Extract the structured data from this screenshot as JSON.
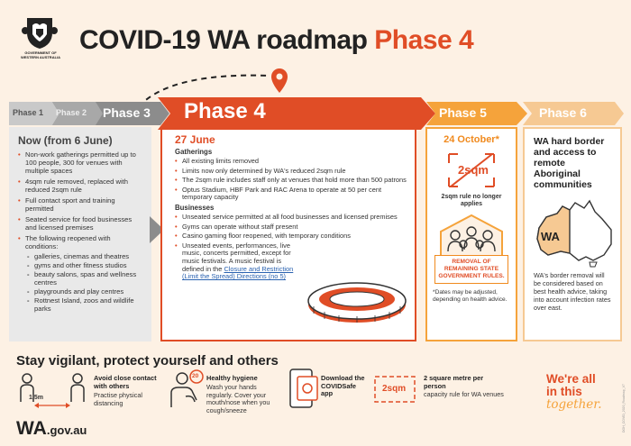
{
  "header": {
    "crest_text": "GOVERNMENT OF WESTERN AUSTRALIA",
    "title_main": "COVID-19 WA roadmap",
    "title_phase": "Phase 4"
  },
  "phases": {
    "p1": "Phase 1",
    "p2": "Phase 2",
    "p3": "Phase 3",
    "p4": "Phase 4",
    "p5": "Phase 5",
    "p6": "Phase 6"
  },
  "now": {
    "heading": "Now (from 6 June)",
    "items": [
      "Non-work gatherings permitted up to 100 people, 300 for venues with multiple spaces",
      "4sqm rule removed, replaced with reduced 2sqm rule",
      "Full contact sport and training permitted",
      "Seated service for food businesses and licensed premises",
      "The following reopened with conditions:"
    ],
    "sub_items": [
      "galleries, cinemas and theatres",
      "gyms and other fitness studios",
      "beauty salons, spas and wellness centres",
      "playgrounds and play centres",
      "Rottnest Island, zoos and wildlife parks"
    ]
  },
  "phase4": {
    "date": "27 June",
    "gatherings_heading": "Gatherings",
    "gatherings": [
      "All existing limits removed",
      "Limits now only determined by WA's reduced 2sqm rule",
      "The 2sqm rule includes staff only at venues that hold more than 500 patrons",
      "Optus Stadium, HBF Park and RAC Arena to operate at 50 per cent temporary capacity"
    ],
    "businesses_heading": "Businesses",
    "businesses": [
      "Unseated service permitted at all food businesses and licensed premises",
      "Gyms can operate without staff present",
      "Casino gaming floor reopened, with temporary conditions"
    ],
    "events_text": "Unseated events, performances, live music, concerts permitted, except for music festivals. A music festival is defined in the",
    "events_link": "Closure and Restriction (Limit the Spread) Directions (no 5)"
  },
  "phase5": {
    "date": "24 October*",
    "sqm_label": "2sqm",
    "rule_text": "2sqm rule no longer applies",
    "removal_text": "REMOVAL OF REMAINING STATE GOVERNMENT RULES.",
    "note": "*Dates may be adjusted, depending on health advice."
  },
  "phase6": {
    "heading": "WA hard border and access to remote Aboriginal communities",
    "map_label": "WA",
    "note": "WA's border removal will be considered based on best health advice, taking into account infection rates over east."
  },
  "bottom": {
    "stay_title": "Stay vigilant, protect yourself and others",
    "distance_label": "1.5m",
    "tip1_title": "Avoid close contact with others",
    "tip1_body": "Practise physical distancing",
    "tip2_title": "Healthy hygiene",
    "tip2_body": "Wash your hands regularly. Cover your mouth/nose when you cough/sneeze",
    "tip2_badge": "20",
    "tip3_title": "Download the COVIDSafe app",
    "tip4_badge": "2sqm",
    "tip4_title": "2 square metre per person",
    "tip4_body": "capacity rule for WA venues",
    "together_1": "We're all",
    "together_2": "in this",
    "together_3": "together.",
    "wa_gov_main": "WA",
    "wa_gov_suffix": ".gov.au",
    "code": "DOH_COVID_2020_Roadmap_V7"
  },
  "colors": {
    "orange_red": "#e04d26",
    "orange": "#f5a33b",
    "light_orange": "#f6c993",
    "grey": "#8c8c8c",
    "background": "#fdf1e4"
  }
}
